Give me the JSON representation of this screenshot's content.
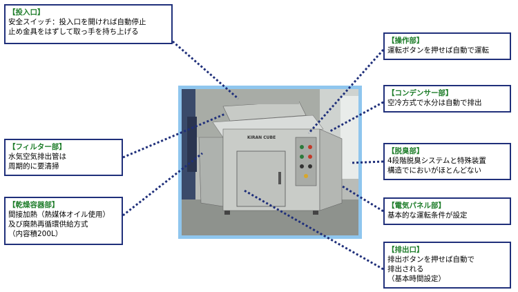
{
  "photo": {
    "machine_badge": "KIRAN CUBE"
  },
  "callouts": [
    {
      "id": "inlet",
      "title": "【投入口】",
      "lines": [
        "安全スイッチ：投入口を開ければ自動停止",
        "止め金具をはずして取っ手を持ち上げる"
      ]
    },
    {
      "id": "operation",
      "title": "【操作部】",
      "lines": [
        "運転ボタンを押せば自動で運転"
      ]
    },
    {
      "id": "condenser",
      "title": "【コンデンサー部】",
      "lines": [
        "空冷方式で水分は自動で排出"
      ]
    },
    {
      "id": "filter",
      "title": "【フィルター部】",
      "lines": [
        "水気空気排出管は",
        "周期的に要清掃"
      ]
    },
    {
      "id": "deodorizer",
      "title": "【脱臭部】",
      "lines": [
        "4段階脱臭システムと特殊装置",
        "構造でにおいがほとんどない"
      ]
    },
    {
      "id": "dryer",
      "title": "【乾燥容器部】",
      "lines": [
        "間接加熱（熱媒体オイル使用）",
        "及び廃熱再循環供給方式",
        "（内容積200L）"
      ]
    },
    {
      "id": "panel",
      "title": "【電気パネル部】",
      "lines": [
        "基本的な運転条件が設定"
      ]
    },
    {
      "id": "outlet",
      "title": "【排出口】",
      "lines": [
        "排出ボタンを押せば自動で",
        "排出される",
        "（基本時間設定）"
      ]
    }
  ]
}
